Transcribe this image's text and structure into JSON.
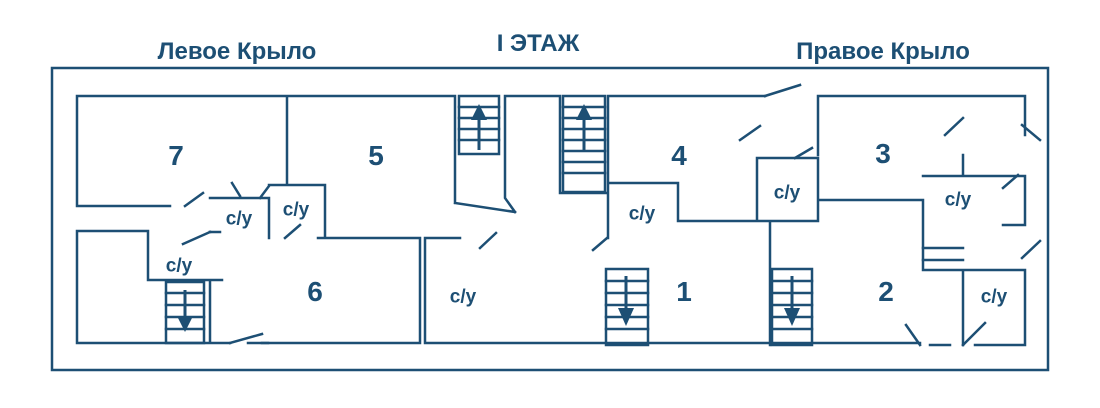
{
  "header": {
    "floor_title": "I ЭТАЖ",
    "left_wing": "Левое Крыло",
    "right_wing": "Правое Крыло"
  },
  "rooms": [
    "1",
    "2",
    "3",
    "4",
    "5",
    "6",
    "7"
  ],
  "wc_label": "с/у",
  "colors": {
    "line": "#1d4f74",
    "background": "#ffffff"
  }
}
